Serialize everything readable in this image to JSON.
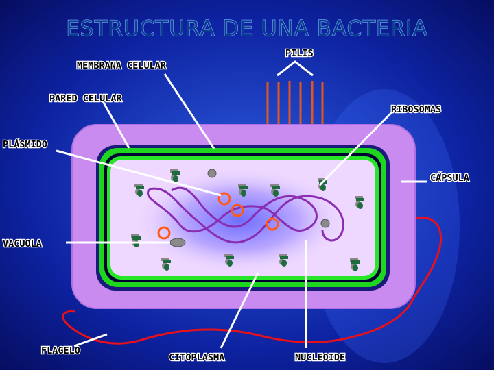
{
  "title": "ESTRUCTURA DE UNA BACTERIA",
  "labels": {
    "membrana": "MEMBRANA CELULAR",
    "pilis": "PILIS",
    "pared": "PARED CELULAR",
    "ribosomas": "RIBOSOMAS",
    "plasmido": "PLÁSMIDO",
    "capsula": "CÁPSULA",
    "vacuola": "VACUOLA",
    "flagelo": "FLAGELO",
    "citoplasma": "CITOPLASMA",
    "nucleoide": "NUCLEOIDE"
  },
  "colors": {
    "background": "#0a1e8a",
    "capsule": "#c98bef",
    "cell_wall": "#1fd61f",
    "cytoplasm": "#eed8ff",
    "nucleoid_region": "#8f8fff",
    "dna": "#8a2db0",
    "plasmid": "#ff5a18",
    "pili": "#e2571c",
    "flagellum": "#e8101a",
    "ribosome": "#1e6b3e",
    "ribosome_shadow": "#808080"
  }
}
